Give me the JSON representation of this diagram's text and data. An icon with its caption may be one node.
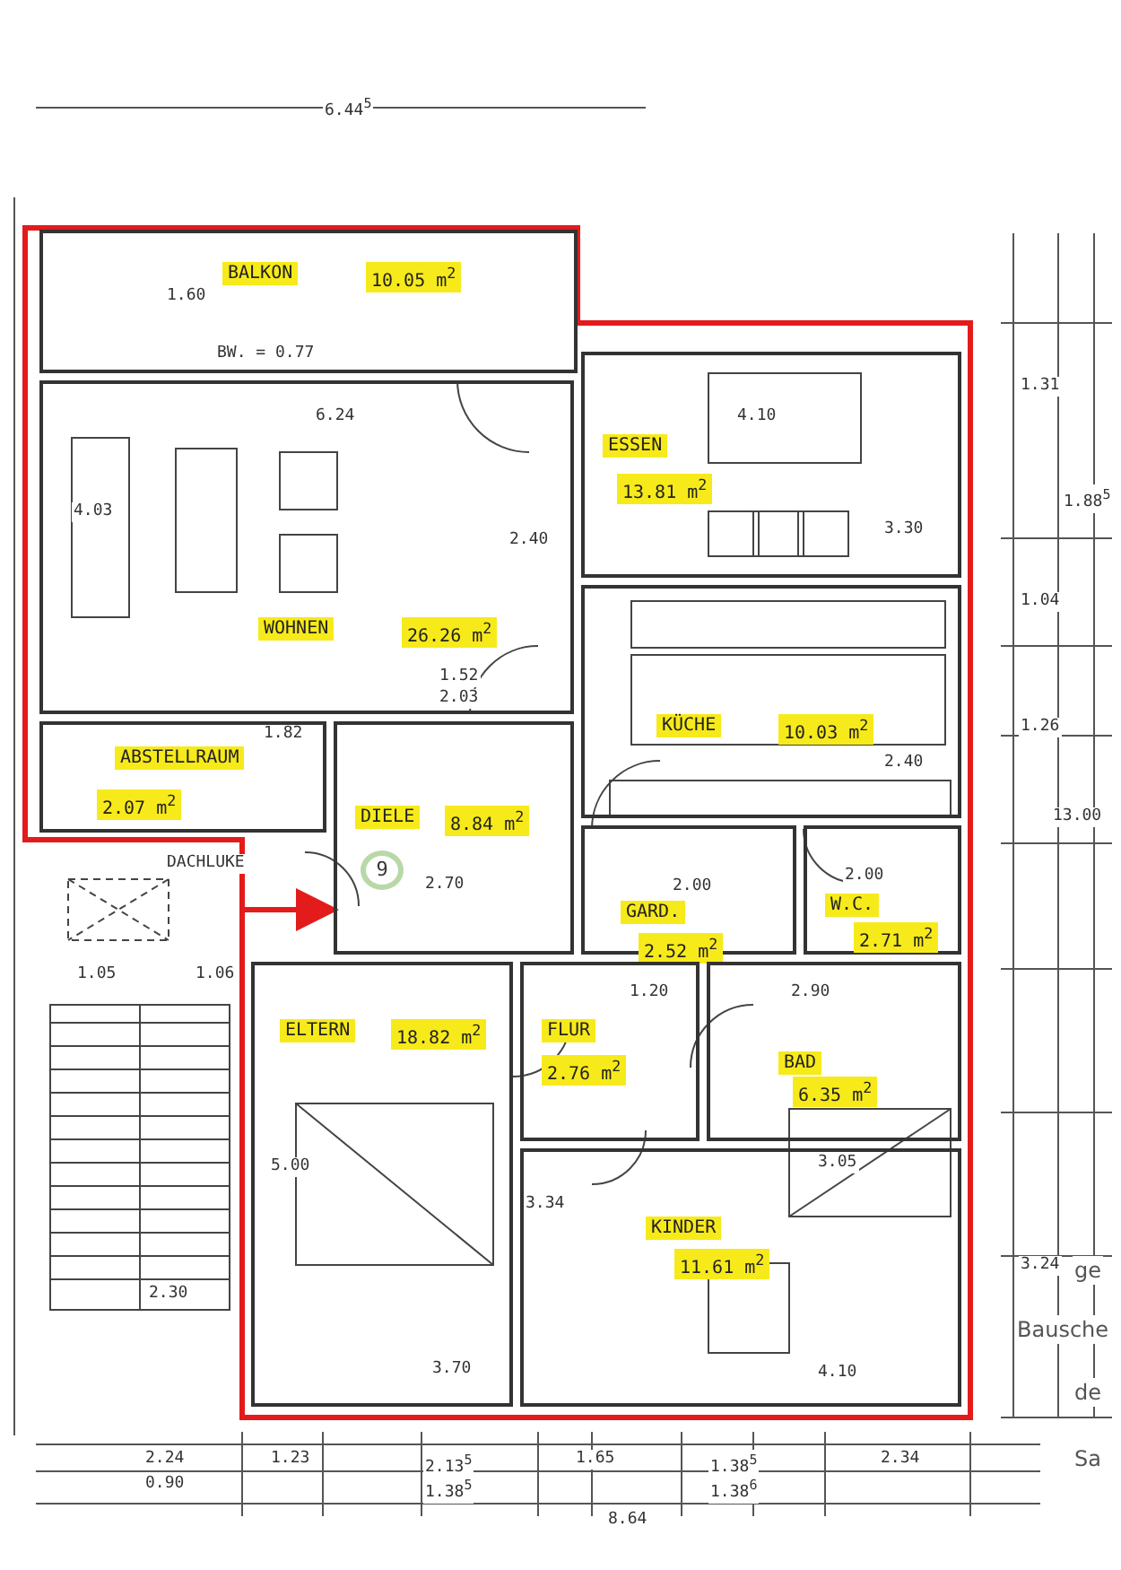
{
  "diagram": {
    "nodes": [
      {
        "text": [
          "BALKON",
          "10.05 m$^{2}$"
        ]
      },
      {
        "text": [
          "ESSEN",
          "13.81 m$^{2}$"
        ]
      },
      {
        "text": [
          "WOHNEN",
          "26.26 m$^{2}$"
        ]
      },
      {
        "text": [
          "KÜCHE",
          "10.03 m$^{2}$"
        ]
      },
      {
        "text": [
          "ABSTELLRAUM",
          "2.07 m$^{2}$"
        ]
      },
      {
        "text": [
          "DIELE",
          "8.84 m$^{2}$"
        ]
      },
      {
        "text": [
          "GARD.",
          "2.52 m$^{2}$"
        ]
      },
      {
        "text": [
          "W.C.",
          "2.71 m$^{2}$"
        ]
      },
      {
        "text": [
          "ELTERN",
          "18.82 m$^{2}$"
        ]
      },
      {
        "text": [
          "FLUR",
          "2.76 m$^{2}$"
        ]
      },
      {
        "text": [
          "BAD",
          "6.35 m$^{2}$"
        ]
      },
      {
        "text": [
          "KINDER",
          "11.61 m$^{2}$"
        ]
      }
    ],
    "edges": [
      {
        "from": null,
        "to": 5,
        "arrow": "to",
        "color": "#e31b1b"
      }
    ],
    "labels": [
      "6.44$^{5}$",
      "1.60",
      "BW. = 0.77",
      "6.24",
      "4.10",
      "4.03",
      "2.40",
      "3.30",
      "1.52",
      "2.03",
      "1.82",
      "2.40",
      "9",
      "DACHLUKE",
      "2.70",
      "2.00",
      "2.00",
      "1.05",
      "1.06",
      "1.20",
      "2.90",
      "5.00",
      "3.05",
      "3.34",
      "2.30",
      "3.70",
      "4.10",
      "2.24",
      "1.23",
      "2.13$^{5}$",
      "1.65",
      "1.38$^{5}$",
      "2.34",
      "0.90",
      "1.38$^{5}$",
      "1.38$^{6}$",
      "8.64",
      "1.31",
      "1.88$^{5}$",
      "1.04",
      "1.26",
      "13.00",
      "3.24",
      "ge",
      "Bausche",
      "de",
      "Sa"
    ]
  }
}
